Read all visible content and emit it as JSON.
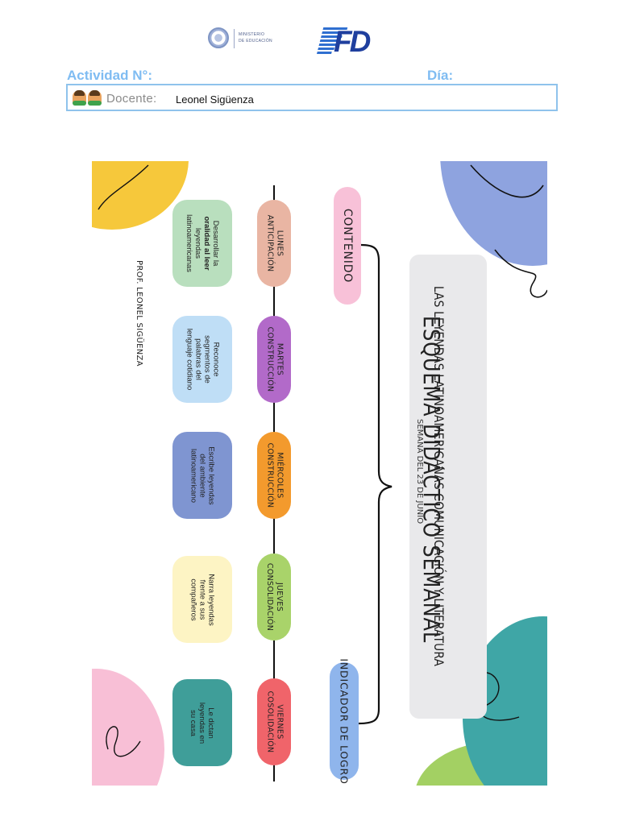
{
  "header": {
    "ministry_logo_lines": [
      "MINISTERIO",
      "DE EDUCACIÓN"
    ],
    "fd_logo_text": "FD",
    "actividad_label": "Actividad N°:",
    "dia_label": "Día:",
    "docente_label": "Docente:",
    "docente_name": "Leonel Sigüenza"
  },
  "poster": {
    "title": "ESQUEMA DIDÁCTICO SEMANAL",
    "subtitle": "SEMANA DEL 23 DE JUNIO",
    "topic": "LAS LEYENDAS LATINOAMERICANAS COMUNICACIÓN Y LITERATURA",
    "contenido_label": "CONTENIDO",
    "indicador_label": "INDICADOR DE LOGRO",
    "author": "PROF. LEONEL SIGÜENZA",
    "days": [
      {
        "day": "LUNES",
        "phase": "ANTICIPACIÓN",
        "color": "#e9b5a3",
        "activity": [
          "Desarrollar la",
          "oralidad al leer",
          "leyendas",
          "latinoamericanas"
        ],
        "card_color": "#b9dfbe"
      },
      {
        "day": "MARTES",
        "phase": "CONSTRUCCIÓN",
        "color": "#b26ac9",
        "activity": [
          "Reconoce",
          "segmentos de",
          "palabras del",
          "lenguaje cotidiano"
        ],
        "card_color": "#bfdef6"
      },
      {
        "day": "MIÉRCOLES",
        "phase": "CONSTRUCCIÓN",
        "color": "#f39a2d",
        "activity": [
          "Escribe leyendas",
          "del ambiente",
          "latinoamericano"
        ],
        "card_color": "#7f95d1"
      },
      {
        "day": "JUEVES",
        "phase": "CONSOLIDACIÓN",
        "color": "#a9d36a",
        "activity": [
          "Narra leyendas",
          "frente a sus",
          "compañeros"
        ],
        "card_color": "#fdf4c4"
      },
      {
        "day": "VIERNES",
        "phase": "COSOLIDACIÓN",
        "color": "#f0646a",
        "activity": [
          "Le dictan",
          "leyendas en",
          "su casa"
        ],
        "card_color": "#3f9e99"
      }
    ]
  }
}
